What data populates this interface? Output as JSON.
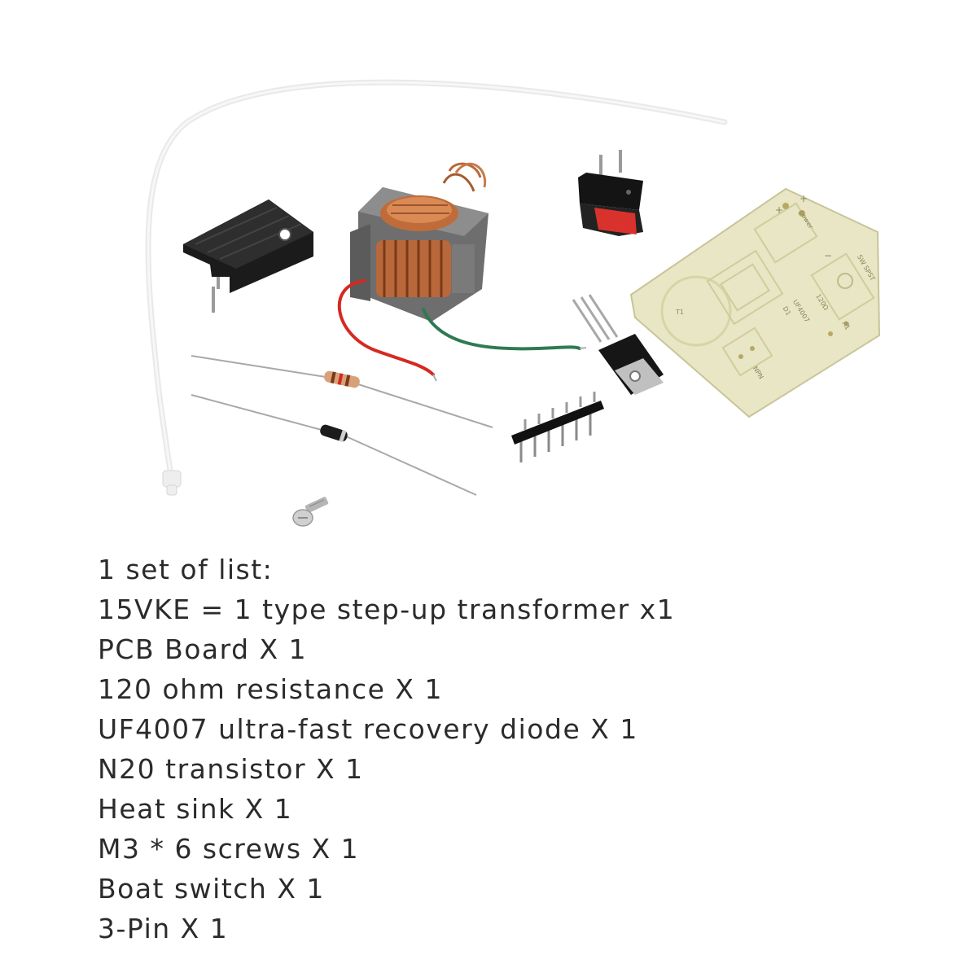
{
  "pcb": {
    "silkscreen": [
      "+",
      "+",
      "−",
      "power",
      "SW SPST",
      "T1",
      "120Ω",
      "R1",
      "UF4007",
      "D1",
      "NPN"
    ]
  },
  "list": {
    "items": [
      "1 set of list:",
      "15VKE = 1 type step-up transformer x1",
      "PCB Board X 1",
      "120 ohm resistance X 1",
      "UF4007 ultra-fast recovery diode X 1",
      "N20 transistor X 1",
      "Heat sink X 1",
      "M3 * 6 screws X 1",
      "Boat switch X 1",
      "3-Pin X 1"
    ]
  },
  "colors": {
    "text": "#2b2b2b",
    "pcb": "#e8e6c4",
    "copper": "#b8683a",
    "switch_red": "#d9322d",
    "wire_red": "#d42a22",
    "wire_green": "#2f7a52"
  }
}
